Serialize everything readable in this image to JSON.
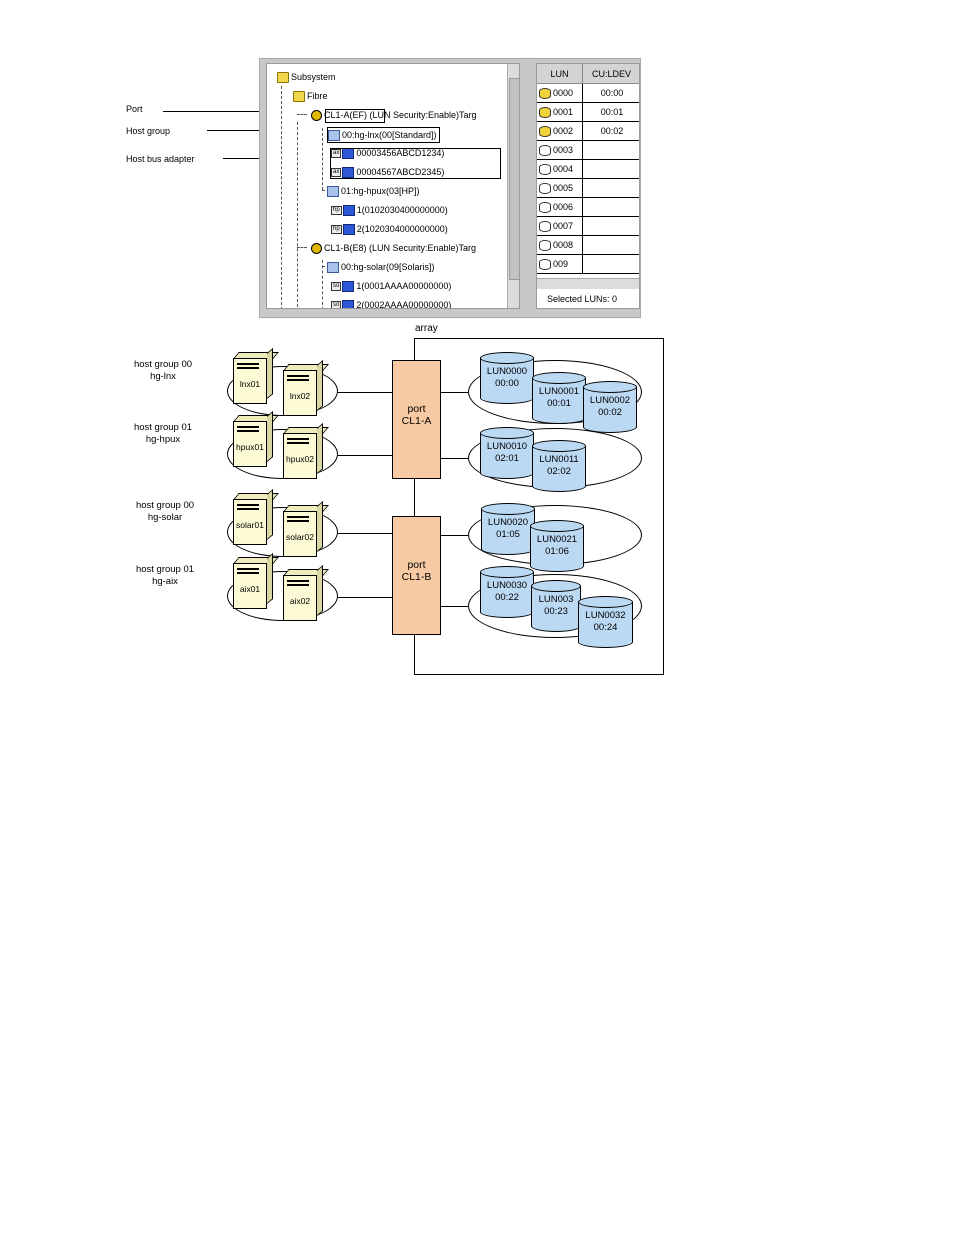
{
  "callouts": {
    "port": "Port",
    "host_group": "Host group",
    "host_bus_adapter": "Host bus adapter"
  },
  "tree": {
    "subsystem": "Subsystem",
    "fibre": "Fibre",
    "port_a": "CL1-A(EF) (LUN Security:Enable)Targ",
    "hg_lnx": "00:hg-lnx(00[Standard])",
    "hba_1": "00003456ABCD1234)",
    "hba_2": "00004567ABCD2345)",
    "hg_hpux": "01:hg-hpux(03[HP])",
    "hp_1": "1(0102030400000000)",
    "hp_2": "2(1020304000000000)",
    "port_b": "CL1-B(E8) (LUN Security:Enable)Targ",
    "hg_solar": "00:hg-solar(09[Solaris])",
    "sol_1": "1(0001AAAA00000000)",
    "sol_2": "2(0002AAAA00000000)",
    "tags": {
      "ax": "ax",
      "hp": "hp",
      "so": "so"
    }
  },
  "lun_table": {
    "col_lun": "LUN",
    "col_culdev": "CU:LDEV",
    "rows": [
      {
        "lun": "0000",
        "ldev": "00:00",
        "assigned": true
      },
      {
        "lun": "0001",
        "ldev": "00:01",
        "assigned": true
      },
      {
        "lun": "0002",
        "ldev": "00:02",
        "assigned": true
      },
      {
        "lun": "0003",
        "ldev": "",
        "assigned": false
      },
      {
        "lun": "0004",
        "ldev": "",
        "assigned": false
      },
      {
        "lun": "0005",
        "ldev": "",
        "assigned": false
      },
      {
        "lun": "0006",
        "ldev": "",
        "assigned": false
      },
      {
        "lun": "0007",
        "ldev": "",
        "assigned": false
      },
      {
        "lun": "0008",
        "ldev": "",
        "assigned": false
      },
      {
        "lun": "009",
        "ldev": "",
        "assigned": false
      }
    ],
    "selected": "Selected LUNs: 0"
  },
  "diagram": {
    "array_label": "array",
    "groups": [
      {
        "line1": "host group 00",
        "line2": "hg-lnx",
        "servers": [
          "lnx01",
          "lnx02"
        ]
      },
      {
        "line1": "host group 01",
        "line2": "hg-hpux",
        "servers": [
          "hpux01",
          "hpux02"
        ]
      },
      {
        "line1": "host group 00",
        "line2": "hg-solar",
        "servers": [
          "solar01",
          "solar02"
        ]
      },
      {
        "line1": "host group 01",
        "line2": "hg-aix",
        "servers": [
          "aix01",
          "aix02"
        ]
      }
    ],
    "ports": [
      {
        "line1": "port",
        "line2": "CL1-A"
      },
      {
        "line1": "port",
        "line2": "CL1-B"
      }
    ],
    "luns": [
      {
        "name": "LUN0000",
        "ldev": "00:00"
      },
      {
        "name": "LUN0001",
        "ldev": "00:01"
      },
      {
        "name": "LUN0002",
        "ldev": "00:02"
      },
      {
        "name": "LUN0010",
        "ldev": "02:01"
      },
      {
        "name": "LUN0011",
        "ldev": "02:02"
      },
      {
        "name": "LUN0020",
        "ldev": "01:05"
      },
      {
        "name": "LUN0021",
        "ldev": "01:06"
      },
      {
        "name": "LUN0030",
        "ldev": "00:22"
      },
      {
        "name": "LUN003",
        "ldev": "00:23"
      },
      {
        "name": "LUN0032",
        "ldev": "00:24"
      }
    ]
  }
}
